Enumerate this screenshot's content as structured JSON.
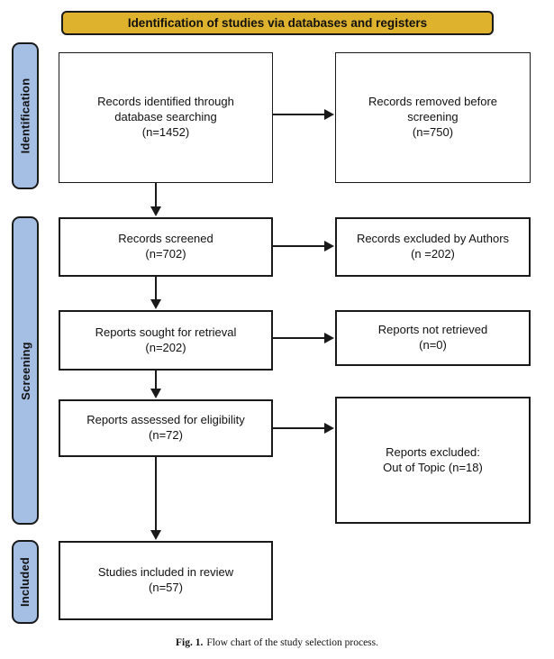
{
  "banner": {
    "title": "Identification of studies via databases and registers"
  },
  "colors": {
    "banner_bg": "#DFB22D",
    "stage_bg": "#A5BEE4"
  },
  "stages": [
    {
      "label": "Identification"
    },
    {
      "label": "Screening"
    },
    {
      "label": "Included"
    }
  ],
  "boxes": {
    "identified": "Records identified through\ndatabase searching\n(n=1452)",
    "removed": "Records removed before\nscreening\n(n=750)",
    "screened": "Records screened\n(n=702)",
    "excluded_authors": "Records excluded by Authors\n(n =202)",
    "sought": "Reports sought for retrieval\n(n=202)",
    "not_retrieved": "Reports not retrieved\n(n=0)",
    "assessed": "Reports assessed for eligibility\n(n=72)",
    "excluded_topic": "Reports excluded:\nOut of Topic (n=18)",
    "included_review": "Studies included in review\n(n=57)"
  },
  "caption": {
    "label": "Fig. 1.",
    "text": "Flow chart of the study selection process."
  }
}
